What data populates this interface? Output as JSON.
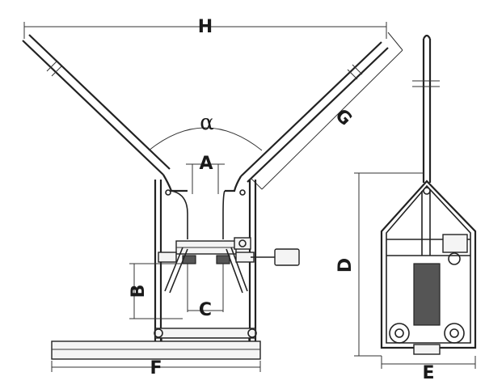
{
  "labels": {
    "h": "H",
    "g": "G",
    "alpha": "α",
    "a": "A",
    "b": "B",
    "c": "C",
    "d": "D",
    "e": "E",
    "f": "F"
  },
  "colors": {
    "line": "#222222",
    "background": "#ffffff"
  }
}
